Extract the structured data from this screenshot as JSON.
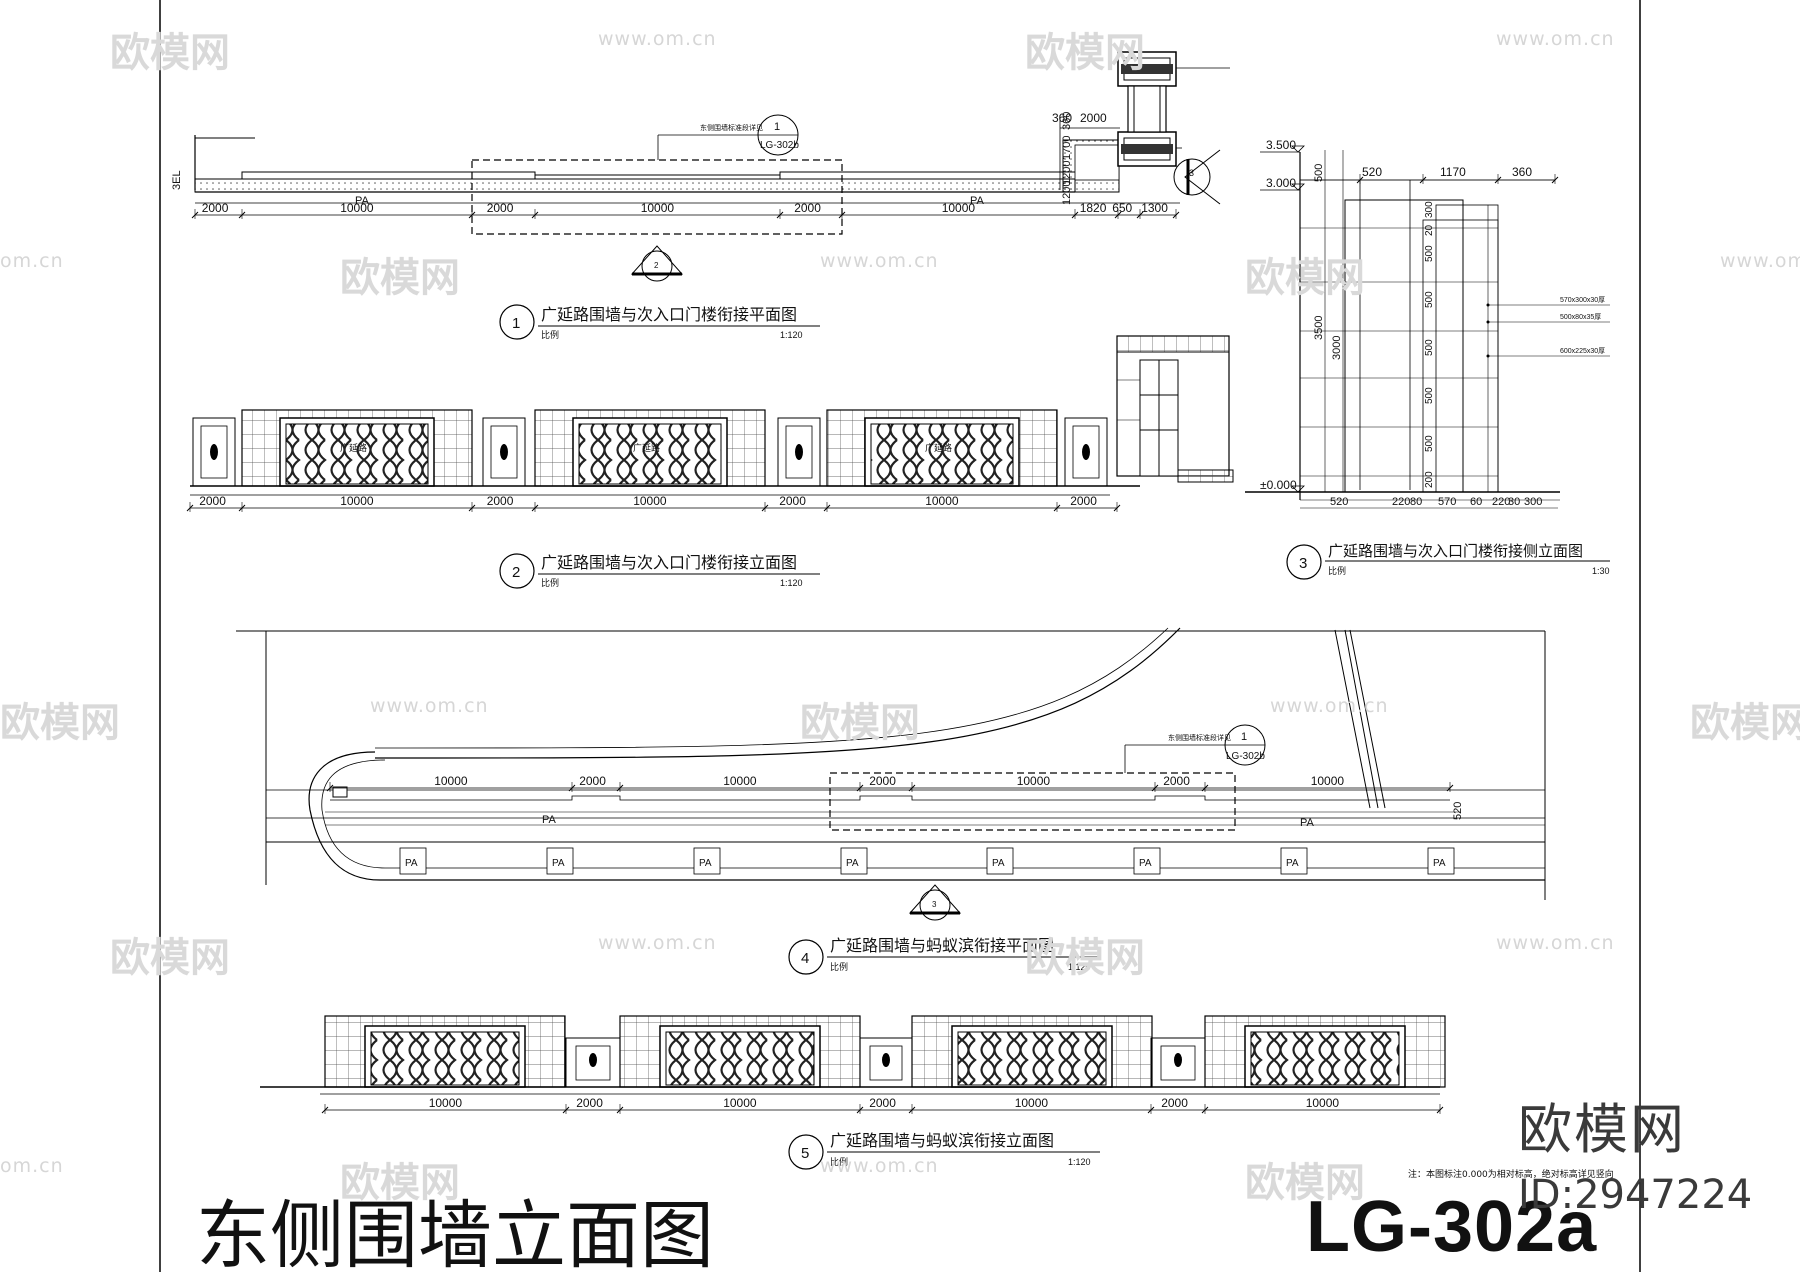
{
  "sheet": {
    "main_title": "东侧围墙立面图",
    "sheet_code": "LG-302a",
    "brand": "欧模网",
    "brand_id": "ID:2947224",
    "note": "注：本图标注0.000为相对标高，绝对标高详见竖向"
  },
  "watermark": {
    "brand": "欧模网",
    "url": "www.om.cn",
    "url_short": "om.cn"
  },
  "drawings": {
    "d1": {
      "number": "1",
      "title": "广延路围墙与次入口门楼衔接平面图",
      "scale_label": "比例",
      "scale": "1:120",
      "dims": [
        "2000",
        "10000",
        "2000",
        "10000",
        "2000",
        "10000",
        "1820",
        "650",
        "1300"
      ],
      "pa": "PA",
      "callout_num": "1",
      "callout_code": "LG-302b",
      "callout_note": "东侧围墙标准段详见",
      "top_dims": [
        "360",
        "2000"
      ],
      "side_dims": [
        "360",
        "1700",
        "1200",
        "1200"
      ],
      "section_mark": "2",
      "section_mark_3": "3"
    },
    "d2": {
      "number": "2",
      "title": "广延路围墙与次入口门楼衔接立面图",
      "scale_label": "比例",
      "scale": "1:120",
      "dims": [
        "2000",
        "10000",
        "2000",
        "10000",
        "2000",
        "10000",
        "2000"
      ],
      "panel_text": "广延路"
    },
    "d3": {
      "number": "3",
      "title": "广延路围墙与次入口门楼衔接侧立面图",
      "scale_label": "比例",
      "scale": "1:30",
      "levels": [
        "3.500",
        "3.000",
        "±0.000"
      ],
      "top_dims": [
        "520",
        "1170",
        "360"
      ],
      "bottom_dims": [
        "520",
        "220",
        "80",
        "570",
        "60",
        "220",
        "30",
        "300"
      ],
      "height_dims": [
        "500",
        "3500",
        "3000"
      ],
      "row_dims": [
        "300",
        "20",
        "500",
        "500",
        "500",
        "500",
        "500",
        "200"
      ],
      "materials": [
        "570x300x30厚",
        "500x80x35厚",
        "600x225x30厚"
      ]
    },
    "d4": {
      "number": "4",
      "title": "广延路围墙与蚂蚁滨衔接平面图",
      "scale_label": "比例",
      "scale": "1:120",
      "dims": [
        "10000",
        "2000",
        "10000",
        "2000",
        "10000",
        "2000",
        "10000"
      ],
      "side_dim": "520",
      "pa": "PA",
      "callout_num": "1",
      "callout_code": "LG-302b",
      "callout_note": "东侧围墙标准段详见",
      "section_mark": "3"
    },
    "d5": {
      "number": "5",
      "title": "广延路围墙与蚂蚁滨衔接立面图",
      "scale_label": "比例",
      "scale": "1:120",
      "dims": [
        "10000",
        "2000",
        "10000",
        "2000",
        "10000",
        "2000",
        "10000"
      ]
    }
  }
}
